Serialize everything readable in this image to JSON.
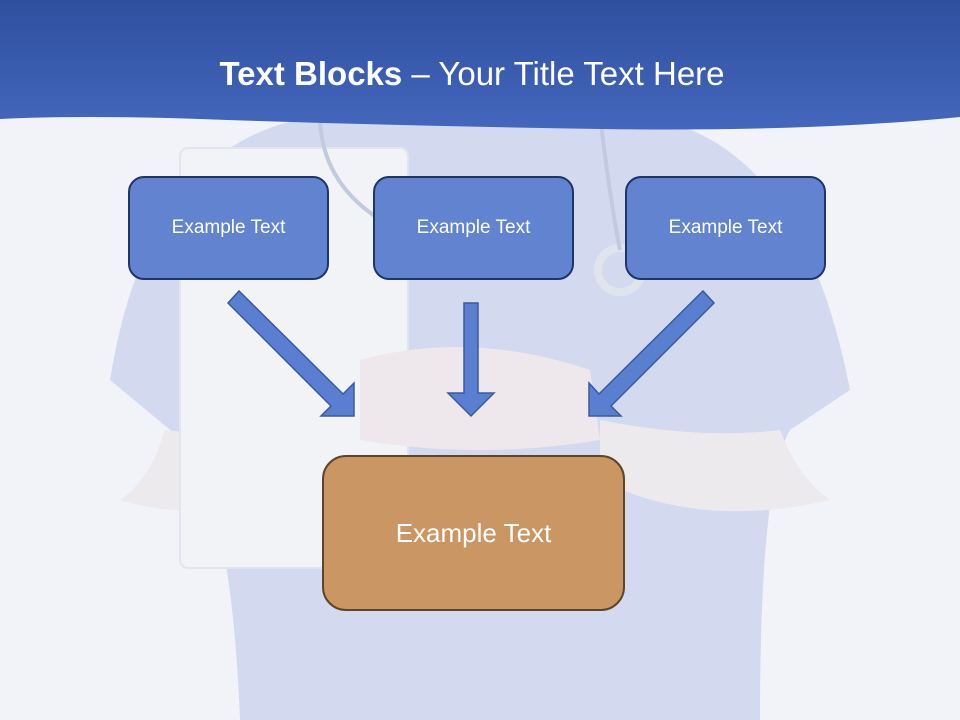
{
  "title": {
    "bold": "Text Blocks",
    "dash": " – ",
    "rest": "Your Title Text Here"
  },
  "blocks": {
    "top": [
      {
        "label": "Example Text"
      },
      {
        "label": "Example Text"
      },
      {
        "label": "Example Text"
      }
    ],
    "bottom": {
      "label": "Example Text"
    }
  },
  "colors": {
    "header_band": "#3f62b6",
    "block_fill": "#6283cf",
    "block_border": "#1f3566",
    "arrow_fill": "#5b7fd0",
    "bottom_fill": "#c99664",
    "bottom_border": "#5e4529"
  },
  "background_image": "nurse in blue scrubs holding clipboard with stethoscope (faded)"
}
